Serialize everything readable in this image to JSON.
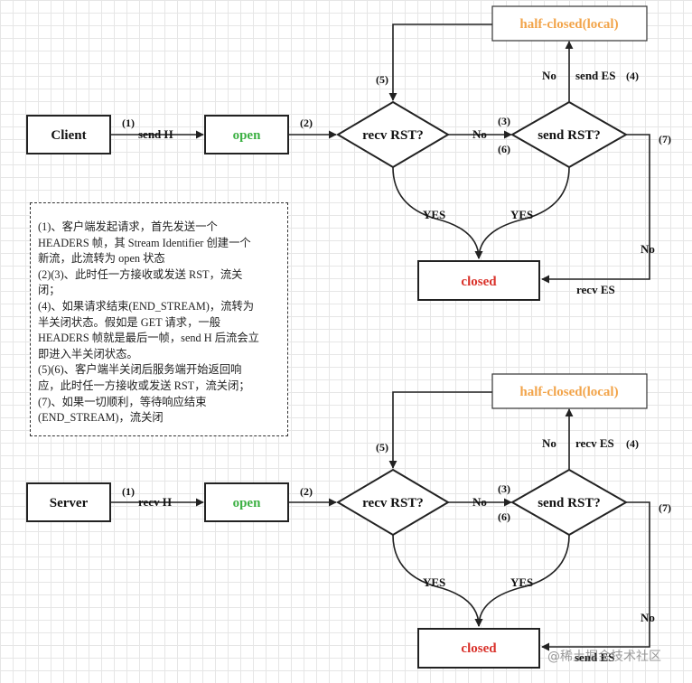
{
  "top_flow": {
    "actor": "Client",
    "open": "open",
    "recv_rst": "recv RST?",
    "send_rst": "send RST?",
    "half_closed": "half-closed(local)",
    "closed": "closed",
    "edge_actor_to_open": "send H",
    "step_1": "(1)",
    "step_2": "(2)",
    "step_3": "(3)",
    "step_4": "(4)",
    "step_5": "(5)",
    "step_6": "(6)",
    "step_7": "(7)",
    "no_label": "No",
    "send_es": "send ES",
    "recv_es": "recv ES",
    "yes_label": "YES"
  },
  "bottom_flow": {
    "actor": "Server",
    "open": "open",
    "recv_rst": "recv RST?",
    "send_rst": "send RST?",
    "half_closed": "half-closed(local)",
    "closed": "closed",
    "edge_actor_to_open": "recv H",
    "step_1": "(1)",
    "step_2": "(2)",
    "step_3": "(3)",
    "step_4": "(4)",
    "step_5": "(5)",
    "step_6": "(6)",
    "step_7": "(7)",
    "no_label": "No",
    "recv_es": "recv ES",
    "send_es": "send ES",
    "yes_label": "YES"
  },
  "notes": [
    "(1)、客户端发起请求，首先发送一个",
    "HEADERS 帧，其 Stream Identifier 创建一个",
    "新流，此流转为 open 状态",
    "(2)(3)、此时任一方接收或发送 RST，流关",
    "闭；",
    "(4)、如果请求结束(END_STREAM)，流转为",
    "半关闭状态。假如是 GET 请求，一般",
    "HEADERS 帧就是最后一帧，send H 后流会立",
    "即进入半关闭状态。",
    "(5)(6)、客户端半关闭后服务端开始返回响",
    "应，此时任一方接收或发送 RST，流关闭；",
    "(7)、如果一切顺利，等待响应结束",
    "(END_STREAM)，流关闭"
  ],
  "watermark": "@稀土掘金技术社区",
  "colors": {
    "open": "#3cb043",
    "closed": "#d9322b",
    "half_closed": "#f2a44a"
  }
}
